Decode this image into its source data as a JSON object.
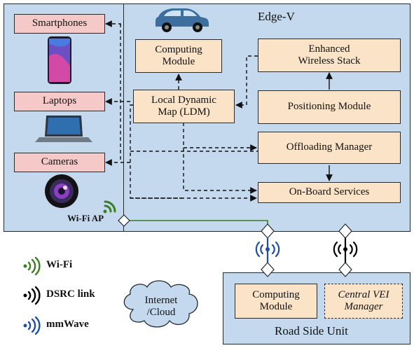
{
  "devices": {
    "smartphones": "Smartphones",
    "laptops": "Laptops",
    "cameras": "Cameras",
    "wifi_ap": "Wi-Fi AP"
  },
  "edge_v": {
    "title": "Edge-V",
    "computing_module": [
      "Computing",
      "Module"
    ],
    "enhanced_wireless_stack": [
      "Enhanced",
      "Wireless Stack"
    ],
    "local_dynamic_map": [
      "Local Dynamic",
      "Map (LDM)"
    ],
    "positioning_module": "Positioning Module",
    "offloading_manager": "Offloading Manager",
    "on_board_services": "On-Board Services"
  },
  "rsu": {
    "title": "Road Side Unit",
    "computing_module": [
      "Computing",
      "Module"
    ],
    "central_vei_manager": [
      "Central VEI",
      "Manager"
    ]
  },
  "cloud": [
    "Internet",
    "/Cloud"
  ],
  "legend": {
    "wifi": "Wi-Fi",
    "dsrc": "DSRC link",
    "mmwave": "mmWave"
  },
  "colors": {
    "panel": "#c5d9ee",
    "device_box": "#f6c9c9",
    "module_box": "#fbe3c8",
    "wifi": "#3b7d23",
    "dsrc": "#000000",
    "mmwave": "#1f4ea8"
  }
}
